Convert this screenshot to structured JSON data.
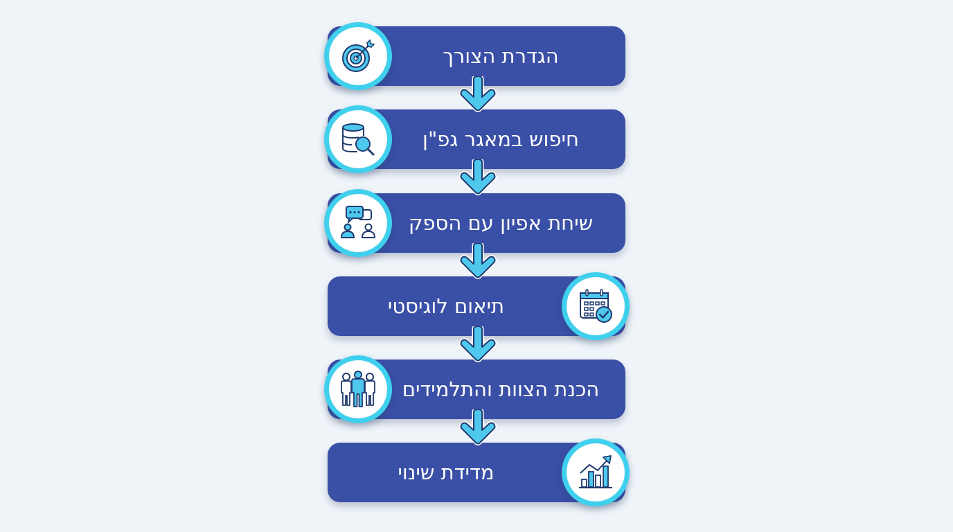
{
  "diagram": {
    "type": "vertical-flowchart",
    "direction": "rtl",
    "colors": {
      "background": "#eff4f9",
      "step_fill": "#3a4fa6",
      "badge_ring": "#3fd0ee",
      "arrow_fill": "#4fc8ee",
      "icon_stroke": "#1f3a6e",
      "icon_fill": "#4fc8ee"
    },
    "steps": [
      {
        "label": "הגדרת הצורך",
        "icon": "target-icon",
        "icon_side": "left"
      },
      {
        "label": "חיפוש במאגר גפ\"ן",
        "icon": "database-search-icon",
        "icon_side": "left"
      },
      {
        "label": "שיחת אפיון עם הספק",
        "icon": "conversation-icon",
        "icon_side": "left"
      },
      {
        "label": "תיאום לוגיסטי",
        "icon": "calendar-check-icon",
        "icon_side": "right"
      },
      {
        "label": "הכנת הצוות והתלמידים",
        "icon": "team-icon",
        "icon_side": "left"
      },
      {
        "label": "מדידת שינוי",
        "icon": "growth-chart-icon",
        "icon_side": "right"
      }
    ],
    "connectors": [
      {
        "from": 0,
        "to": 1,
        "icon": "arrow-down-icon"
      },
      {
        "from": 1,
        "to": 2,
        "icon": "arrow-down-icon"
      },
      {
        "from": 2,
        "to": 3,
        "icon": "arrow-down-icon"
      },
      {
        "from": 3,
        "to": 4,
        "icon": "arrow-down-icon"
      },
      {
        "from": 4,
        "to": 5,
        "icon": "arrow-down-icon"
      }
    ]
  }
}
